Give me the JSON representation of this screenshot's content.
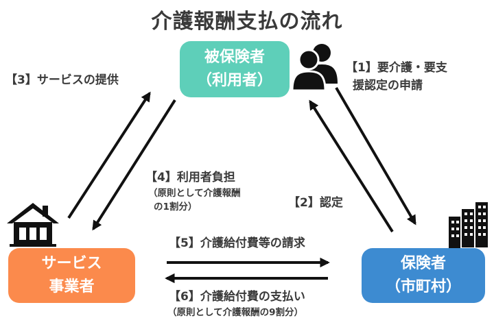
{
  "title": "介護報酬支払の流れ",
  "nodes": {
    "insured": {
      "line1": "被保険者",
      "line2": "（利用者）"
    },
    "provider": {
      "line1": "サービス",
      "line2": "事業者"
    },
    "insurer": {
      "line1": "保険者",
      "line2": "（市町村）"
    }
  },
  "steps": {
    "s1": {
      "line1": "【1】要介護・要支",
      "line2": "援認定の申請"
    },
    "s2": {
      "text": "【2】認定"
    },
    "s3": {
      "text": "【3】サービスの提供"
    },
    "s4": {
      "main": "【4】利用者負担",
      "sub1": "（原則として介護報酬",
      "sub2": "の1割分）"
    },
    "s5": {
      "text": "【5】介護給付費等の請求"
    },
    "s6": {
      "main": "【6】介護給付費の支払い",
      "sub": "（原則として介護報酬の9割分）"
    }
  },
  "colors": {
    "insured": "#5ecfb9",
    "provider": "#fb8a4c",
    "insurer": "#3d8bd1",
    "text": "#3a3a3a",
    "arrow": "#111111"
  },
  "icons": {
    "insured": "people-icon",
    "provider": "house-icon",
    "insurer": "buildings-icon"
  }
}
